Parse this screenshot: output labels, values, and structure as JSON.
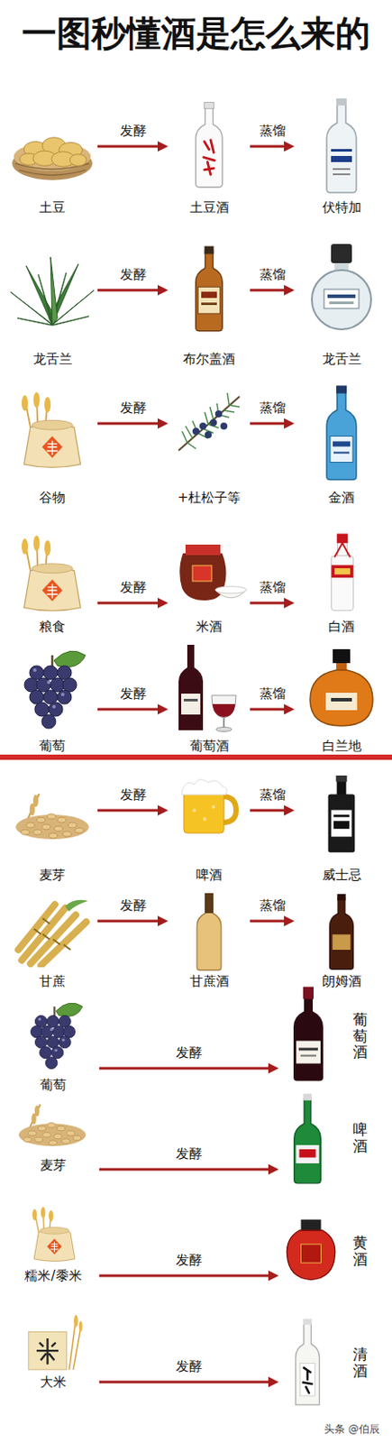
{
  "diagram": {
    "title": "一图秒懂酒是怎么来的",
    "nodes": [
      {
        "text": [
          "土豆"
        ]
      },
      {
        "text": [
          "土豆酒"
        ]
      },
      {
        "text": [
          "伏特加"
        ]
      },
      {
        "text": [
          "龙舌兰"
        ]
      },
      {
        "text": [
          "布尔盖酒"
        ]
      },
      {
        "text": [
          "龙舌兰"
        ]
      },
      {
        "text": [
          "谷物"
        ]
      },
      {
        "text": [
          "+杜松子等"
        ]
      },
      {
        "text": [
          "金酒"
        ]
      },
      {
        "text": [
          "粮食"
        ]
      },
      {
        "text": [
          "米酒"
        ]
      },
      {
        "text": [
          "白酒"
        ]
      },
      {
        "text": [
          "葡萄"
        ]
      },
      {
        "text": [
          "葡萄酒"
        ]
      },
      {
        "text": [
          "白兰地"
        ]
      },
      {
        "text": [
          "麦芽"
        ]
      },
      {
        "text": [
          "啤酒"
        ]
      },
      {
        "text": [
          "威士忌"
        ]
      },
      {
        "text": [
          "甘蔗"
        ]
      },
      {
        "text": [
          "甘蔗酒"
        ]
      },
      {
        "text": [
          "朗姆酒"
        ]
      },
      {
        "text": [
          "葡萄"
        ]
      },
      {
        "text": [
          "葡萄酒"
        ]
      },
      {
        "text": [
          "麦芽"
        ]
      },
      {
        "text": [
          "啤酒"
        ]
      },
      {
        "text": [
          "糯米/黍米"
        ]
      },
      {
        "text": [
          "黄酒"
        ]
      },
      {
        "text": [
          "大米"
        ]
      },
      {
        "text": [
          "清酒"
        ]
      }
    ],
    "edges": [
      {
        "from": 0,
        "to": 1,
        "label": "发酵",
        "arrow": "to"
      },
      {
        "from": 1,
        "to": 2,
        "label": "蒸馏",
        "arrow": "to"
      },
      {
        "from": 3,
        "to": 4,
        "label": "发酵",
        "arrow": "to"
      },
      {
        "from": 4,
        "to": 5,
        "label": "蒸馏",
        "arrow": "to"
      },
      {
        "from": 6,
        "to": 7,
        "label": "发酵",
        "arrow": "to"
      },
      {
        "from": 7,
        "to": 8,
        "label": "蒸馏",
        "arrow": "to"
      },
      {
        "from": 9,
        "to": 10,
        "label": "发酵",
        "arrow": "to"
      },
      {
        "from": 10,
        "to": 11,
        "label": "蒸馏",
        "arrow": "to"
      },
      {
        "from": 12,
        "to": 13,
        "label": "发酵",
        "arrow": "to"
      },
      {
        "from": 13,
        "to": 14,
        "label": "蒸馏",
        "arrow": "to"
      },
      {
        "from": 15,
        "to": 16,
        "label": "发酵",
        "arrow": "to"
      },
      {
        "from": 16,
        "to": 17,
        "label": "蒸馏",
        "arrow": "to"
      },
      {
        "from": 18,
        "to": 19,
        "label": "发酵",
        "arrow": "to"
      },
      {
        "from": 19,
        "to": 20,
        "label": "蒸馏",
        "arrow": "to"
      },
      {
        "from": 21,
        "to": 22,
        "label": "发酵",
        "arrow": "to"
      },
      {
        "from": 23,
        "to": 24,
        "label": "发酵",
        "arrow": "to"
      },
      {
        "from": 25,
        "to": 26,
        "label": "发酵",
        "arrow": "to"
      },
      {
        "from": 27,
        "to": 28,
        "label": "发酵",
        "arrow": "to"
      }
    ],
    "labels": [
      "头条 @伯辰"
    ]
  }
}
